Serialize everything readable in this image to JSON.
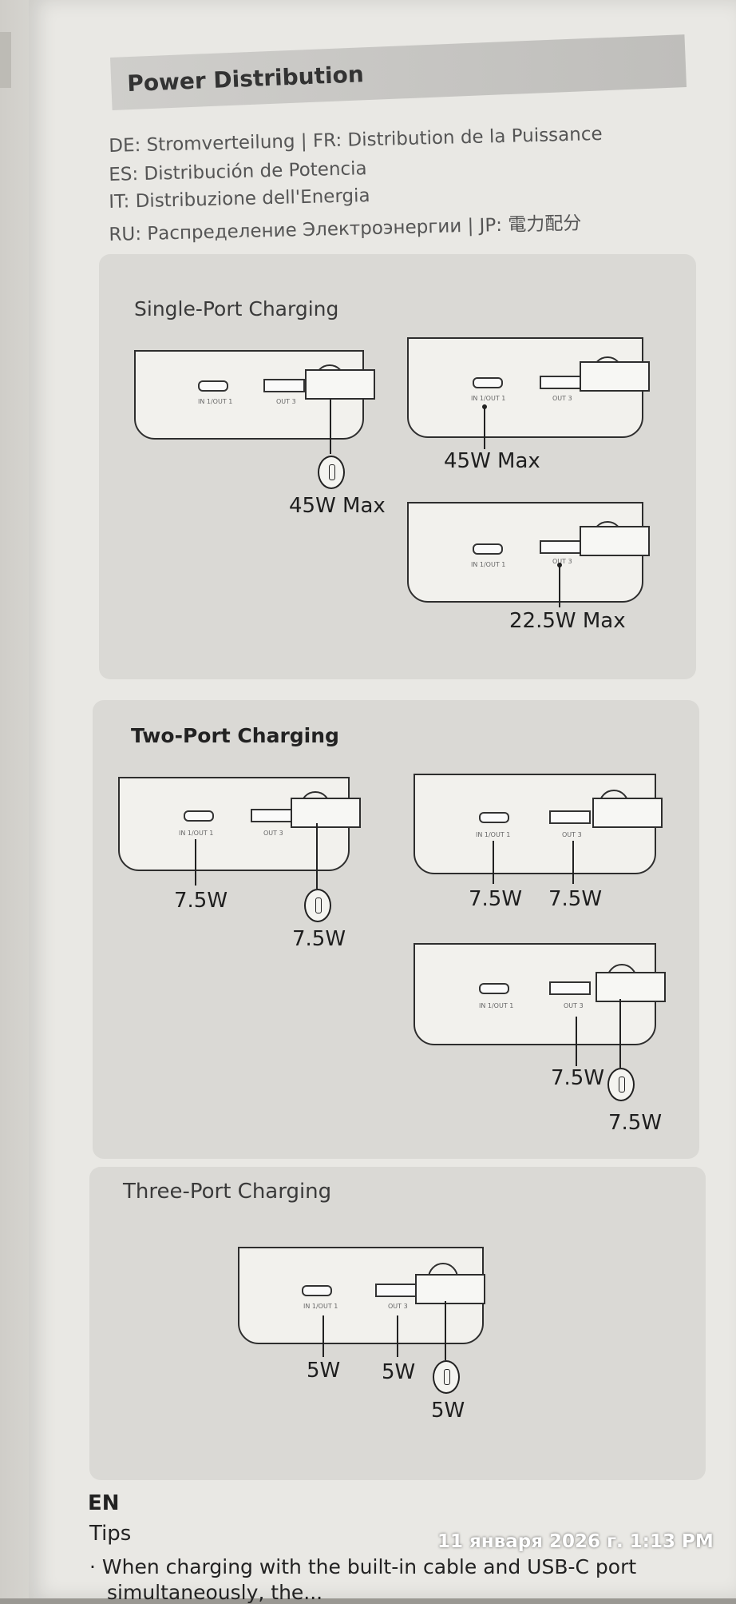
{
  "header": {
    "title": "Power Distribution",
    "translations": [
      {
        "html_id": "t1",
        "parts": [
          "DE: Stromverteilung",
          "|",
          "FR: Distribution de la Puissance"
        ]
      },
      {
        "html_id": "t2",
        "parts": [
          "ES: Distribución de Potencia"
        ]
      },
      {
        "html_id": "t3",
        "parts": [
          "IT: Distribuzione dell'Energia"
        ]
      },
      {
        "html_id": "t4",
        "parts": [
          "RU: Распределение Электроэнергии",
          "|",
          "JP: 電力配分"
        ]
      }
    ]
  },
  "sections": {
    "single": {
      "title": "Single-Port Charging",
      "labels": [
        "45W Max",
        "45W Max",
        "22.5W Max"
      ]
    },
    "two": {
      "title": "Two-Port Charging",
      "labels": [
        "7.5W",
        "7.5W",
        "7.5W",
        "7.5W",
        "7.5W",
        "7.5W"
      ]
    },
    "three": {
      "title": "Three-Port Charging",
      "labels": [
        "5W",
        "5W",
        "5W"
      ]
    }
  },
  "port_labels": {
    "in_out": "IN 1/OUT 1",
    "out": "OUT 3"
  },
  "footer": {
    "lang": "EN",
    "tips_heading": "Tips",
    "tip_1": "· When charging with the built-in cable and USB-C port",
    "tip_1_cont": "simultaneously, the..."
  },
  "timestamp": "11 января 2026 г. 1:13 PM"
}
